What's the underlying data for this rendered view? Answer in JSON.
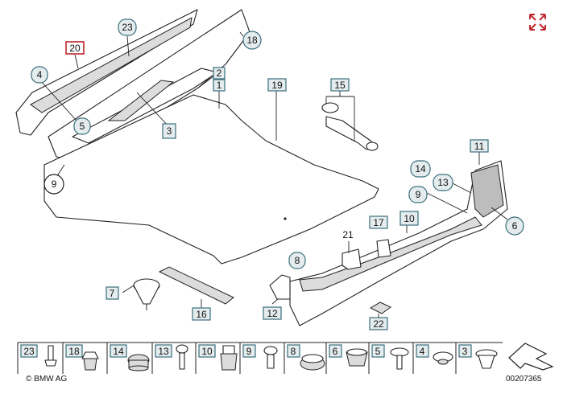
{
  "callouts": {
    "c23": "23",
    "c20": "20",
    "c18": "18",
    "c4": "4",
    "c2": "2",
    "c1": "1",
    "c19": "19",
    "c15": "15",
    "c5": "5",
    "c3": "3",
    "c9": "9",
    "c11": "11",
    "c14": "14",
    "c13": "13",
    "c9b": "9",
    "c6": "6",
    "c17": "17",
    "c10": "10",
    "c21": "21",
    "c8": "8",
    "c7": "7",
    "c12": "12",
    "c16": "16",
    "c22": "22"
  },
  "fastener_strip": {
    "labels": [
      "23",
      "18",
      "14",
      "13",
      "10",
      "9",
      "8",
      "6",
      "5",
      "4",
      "3"
    ]
  },
  "footer": {
    "copyright": "© BMW AG",
    "diagram_number": "00207365"
  },
  "icons": {
    "expand": "expand-arrows-icon",
    "orientation": "orientation-arrow-icon"
  },
  "colors": {
    "callout_border": "#3a6f7c",
    "callout_fill": "#e4ecee",
    "highlight": "#c0262d"
  }
}
